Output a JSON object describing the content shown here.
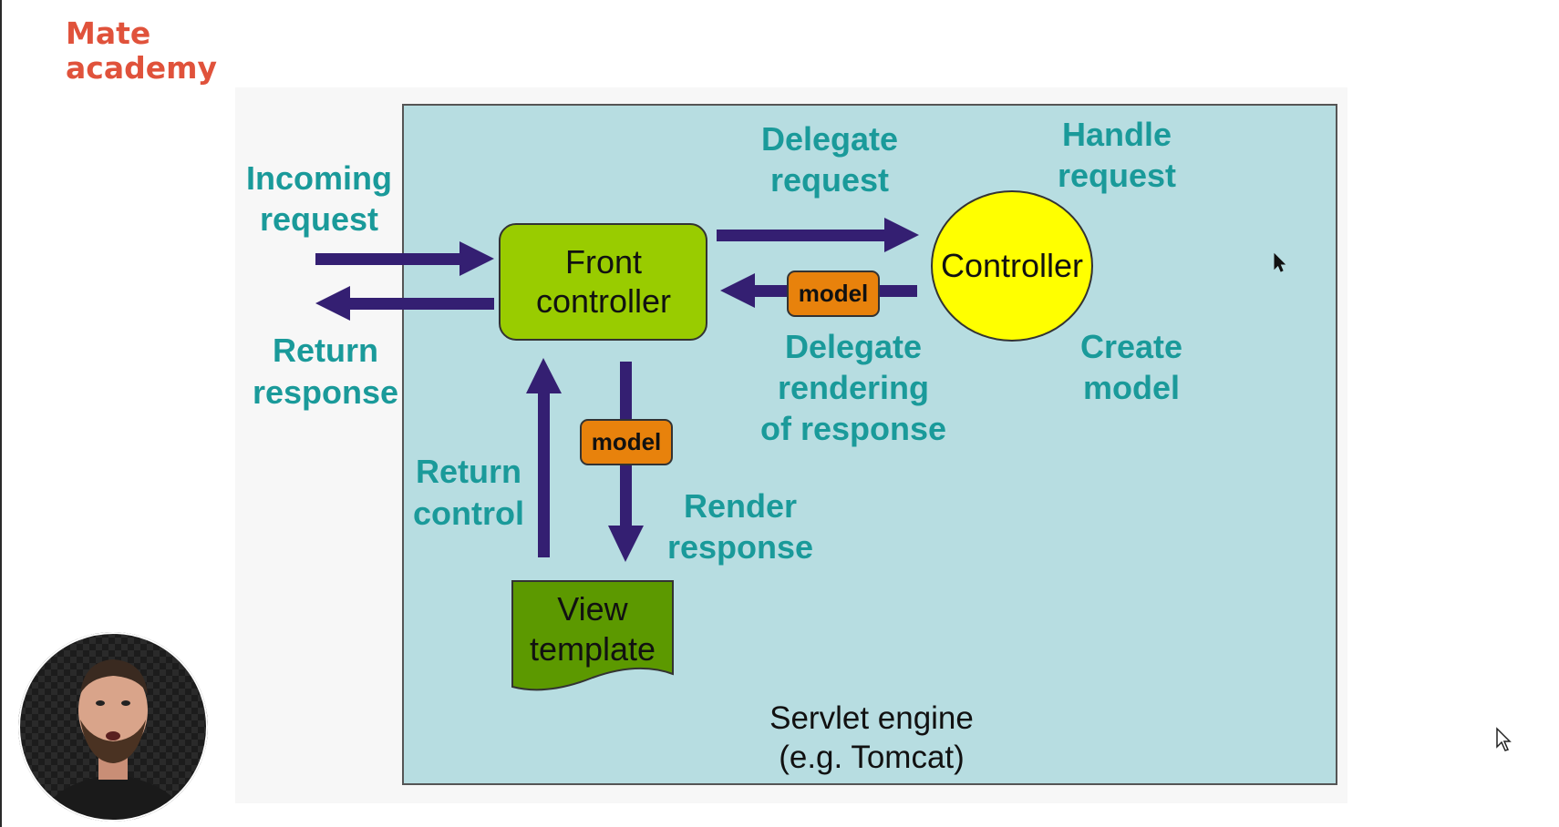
{
  "brand": {
    "line1": "Mate",
    "line2": "academy",
    "color": "#e0523b"
  },
  "diagram": {
    "container_line1": "Servlet engine",
    "container_line2": "(e.g. Tomcat)",
    "front_controller": [
      "Front",
      "controller"
    ],
    "controller": "Controller",
    "view_template": [
      "View",
      "template"
    ],
    "model_badge_top": "model",
    "model_badge_bottom": "model",
    "labels": {
      "incoming_request": [
        "Incoming",
        "request"
      ],
      "return_response": [
        "Return",
        "response"
      ],
      "delegate_request": [
        "Delegate",
        "request"
      ],
      "handle_request": [
        "Handle",
        "request"
      ],
      "delegate_rendering": [
        "Delegate",
        "rendering",
        "of response"
      ],
      "create_model": [
        "Create",
        "model"
      ],
      "return_control": [
        "Return",
        "control"
      ],
      "render_response": [
        "Render",
        "response"
      ]
    },
    "colors": {
      "container": "#b7dde1",
      "front_controller": "#99cc00",
      "controller": "#ffff00",
      "view_template": "#5c9900",
      "model_badge": "#e8820c",
      "arrow": "#341f72",
      "label": "#1a9a9a"
    }
  },
  "webcam": {
    "icon": "presenter-video-icon"
  }
}
